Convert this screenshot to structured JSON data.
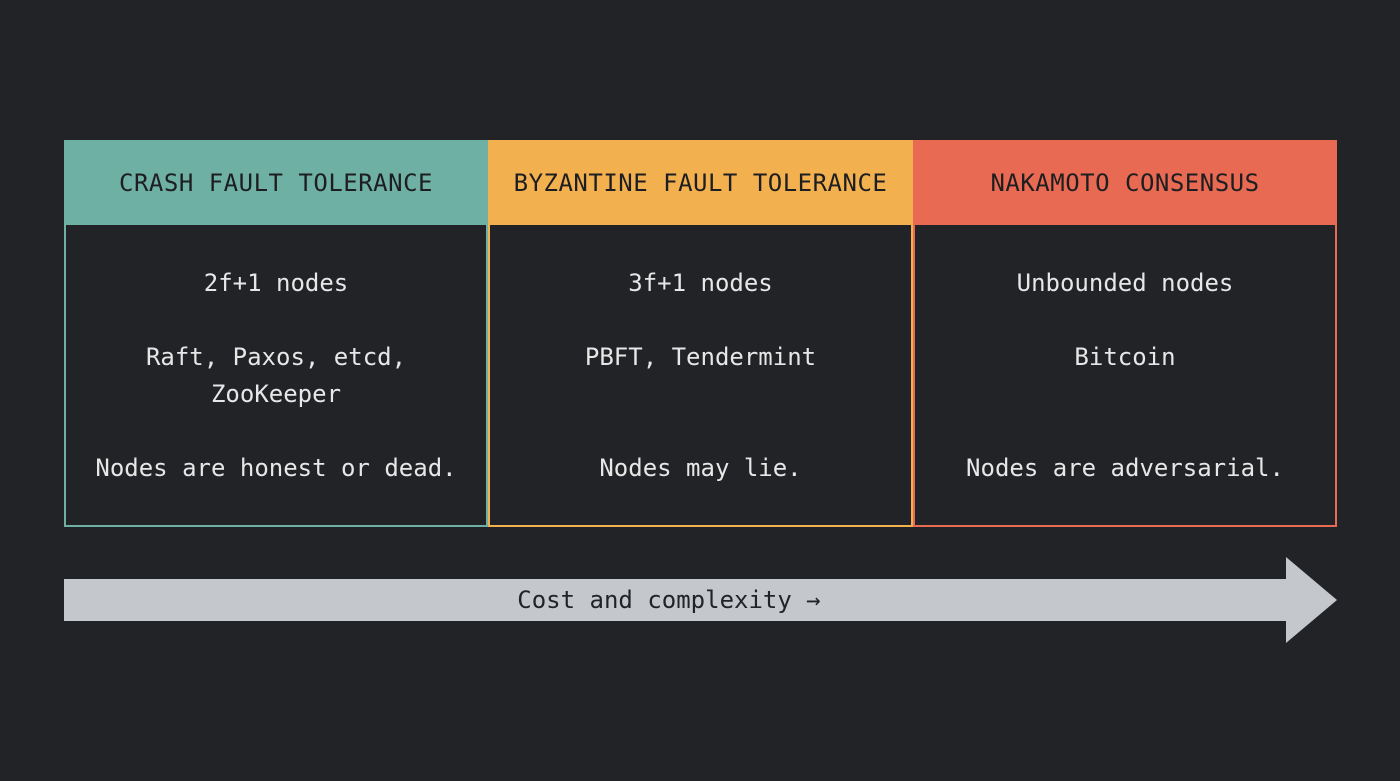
{
  "colors": {
    "background": "#222326",
    "crash": "#6fb0a4",
    "byzantine": "#f3b04e",
    "nakamoto": "#e96a52",
    "arrow": "#c4c7cc"
  },
  "columns": [
    {
      "title": "CRASH FAULT TOLERANCE",
      "nodes": "2f+1 nodes",
      "examples": "Raft, Paxos, etcd,\nZooKeeper",
      "trust": "Nodes are honest or dead."
    },
    {
      "title": "BYZANTINE FAULT TOLERANCE",
      "nodes": "3f+1 nodes",
      "examples": "PBFT, Tendermint",
      "trust": "Nodes may lie."
    },
    {
      "title": "NAKAMOTO CONSENSUS",
      "nodes": "Unbounded nodes",
      "examples": "Bitcoin",
      "trust": "Nodes are adversarial."
    }
  ],
  "arrow": {
    "label": "Cost and complexity →"
  }
}
